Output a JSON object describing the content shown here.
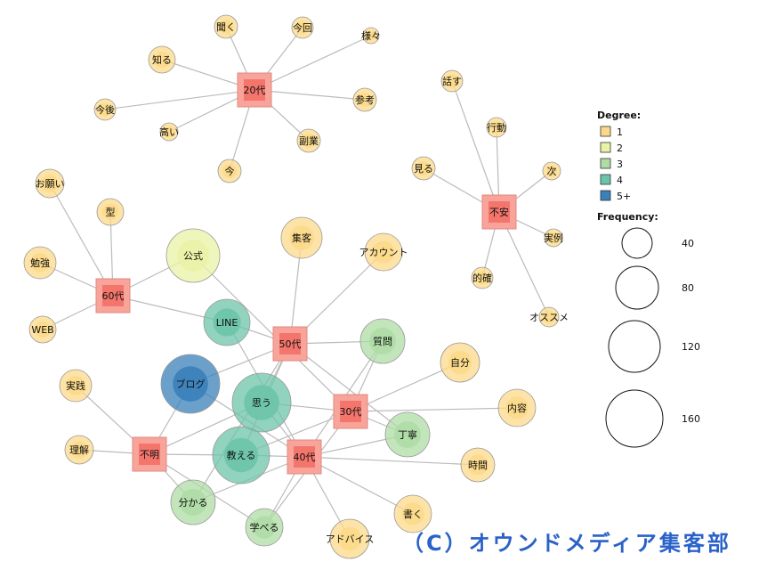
{
  "legend": {
    "degree_title": "Degree:",
    "degree_items": [
      {
        "label": "1",
        "color": "#fcd98a"
      },
      {
        "label": "2",
        "color": "#e9f3a6"
      },
      {
        "label": "3",
        "color": "#afdca5"
      },
      {
        "label": "4",
        "color": "#6cc4a8"
      },
      {
        "label": "5+",
        "color": "#3a80b9"
      }
    ],
    "frequency_title": "Frequency:",
    "frequency_items": [
      "40",
      "80",
      "120",
      "160"
    ]
  },
  "colors": {
    "edge": "#bbbbbb",
    "group_node": "#f8a49b",
    "group_node_inner": "#f3756c",
    "node_stroke": "#999999"
  },
  "groups": [
    "20代",
    "不安",
    "60代",
    "50代",
    "30代",
    "不明",
    "40代"
  ],
  "words": [
    {
      "label": "聞く",
      "degree": 1
    },
    {
      "label": "今回",
      "degree": 1
    },
    {
      "label": "様々",
      "degree": 1
    },
    {
      "label": "知る",
      "degree": 1
    },
    {
      "label": "参考",
      "degree": 1
    },
    {
      "label": "今後",
      "degree": 1
    },
    {
      "label": "高い",
      "degree": 1
    },
    {
      "label": "副業",
      "degree": 1
    },
    {
      "label": "今",
      "degree": 1
    },
    {
      "label": "話す",
      "degree": 1
    },
    {
      "label": "行動",
      "degree": 1
    },
    {
      "label": "見る",
      "degree": 1
    },
    {
      "label": "次",
      "degree": 1
    },
    {
      "label": "実例",
      "degree": 1
    },
    {
      "label": "的確",
      "degree": 1
    },
    {
      "label": "オススメ",
      "degree": 1
    },
    {
      "label": "お願い",
      "degree": 1
    },
    {
      "label": "型",
      "degree": 1
    },
    {
      "label": "勉強",
      "degree": 1
    },
    {
      "label": "WEB",
      "degree": 1
    },
    {
      "label": "公式",
      "degree": 2
    },
    {
      "label": "集客",
      "degree": 1
    },
    {
      "label": "アカウント",
      "degree": 1
    },
    {
      "label": "LINE",
      "degree": 4
    },
    {
      "label": "質問",
      "degree": 3
    },
    {
      "label": "自分",
      "degree": 1
    },
    {
      "label": "実践",
      "degree": 1
    },
    {
      "label": "ブログ",
      "degree": 5
    },
    {
      "label": "思う",
      "degree": 4
    },
    {
      "label": "内容",
      "degree": 1
    },
    {
      "label": "丁寧",
      "degree": 3
    },
    {
      "label": "理解",
      "degree": 1
    },
    {
      "label": "教える",
      "degree": 4
    },
    {
      "label": "時間",
      "degree": 1
    },
    {
      "label": "分かる",
      "degree": 3
    },
    {
      "label": "書く",
      "degree": 1
    },
    {
      "label": "学べる",
      "degree": 3
    },
    {
      "label": "アドバイス",
      "degree": 1
    }
  ],
  "edges": [
    [
      "20代",
      "聞く"
    ],
    [
      "20代",
      "今回"
    ],
    [
      "20代",
      "様々"
    ],
    [
      "20代",
      "知る"
    ],
    [
      "20代",
      "参考"
    ],
    [
      "20代",
      "今後"
    ],
    [
      "20代",
      "高い"
    ],
    [
      "20代",
      "副業"
    ],
    [
      "20代",
      "今"
    ],
    [
      "不安",
      "話す"
    ],
    [
      "不安",
      "行動"
    ],
    [
      "不安",
      "見る"
    ],
    [
      "不安",
      "次"
    ],
    [
      "不安",
      "実例"
    ],
    [
      "不安",
      "的確"
    ],
    [
      "不安",
      "オススメ"
    ],
    [
      "60代",
      "お願い"
    ],
    [
      "60代",
      "型"
    ],
    [
      "60代",
      "勉強"
    ],
    [
      "60代",
      "WEB"
    ],
    [
      "60代",
      "公式"
    ],
    [
      "60代",
      "LINE"
    ],
    [
      "50代",
      "集客"
    ],
    [
      "50代",
      "アカウント"
    ],
    [
      "50代",
      "LINE"
    ],
    [
      "50代",
      "質問"
    ],
    [
      "50代",
      "ブログ"
    ],
    [
      "50代",
      "思う"
    ],
    [
      "50代",
      "教える"
    ],
    [
      "50代",
      "分かる"
    ],
    [
      "50代",
      "丁寧"
    ],
    [
      "30代",
      "質問"
    ],
    [
      "30代",
      "自分"
    ],
    [
      "30代",
      "内容"
    ],
    [
      "30代",
      "丁寧"
    ],
    [
      "30代",
      "思う"
    ],
    [
      "30代",
      "教える"
    ],
    [
      "30代",
      "学べる"
    ],
    [
      "30代",
      "公式"
    ],
    [
      "不明",
      "実践"
    ],
    [
      "不明",
      "理解"
    ],
    [
      "不明",
      "ブログ"
    ],
    [
      "不明",
      "思う"
    ],
    [
      "不明",
      "教える"
    ],
    [
      "不明",
      "分かる"
    ],
    [
      "不明",
      "学べる"
    ],
    [
      "40代",
      "教える"
    ],
    [
      "40代",
      "思う"
    ],
    [
      "40代",
      "LINE"
    ],
    [
      "40代",
      "丁寧"
    ],
    [
      "40代",
      "時間"
    ],
    [
      "40代",
      "書く"
    ],
    [
      "40代",
      "アドバイス"
    ],
    [
      "40代",
      "学べる"
    ],
    [
      "40代",
      "分かる"
    ],
    [
      "40代",
      "ブログ"
    ],
    [
      "40代",
      "質問"
    ]
  ],
  "watermark": "（C）オウンドメディア集客部"
}
